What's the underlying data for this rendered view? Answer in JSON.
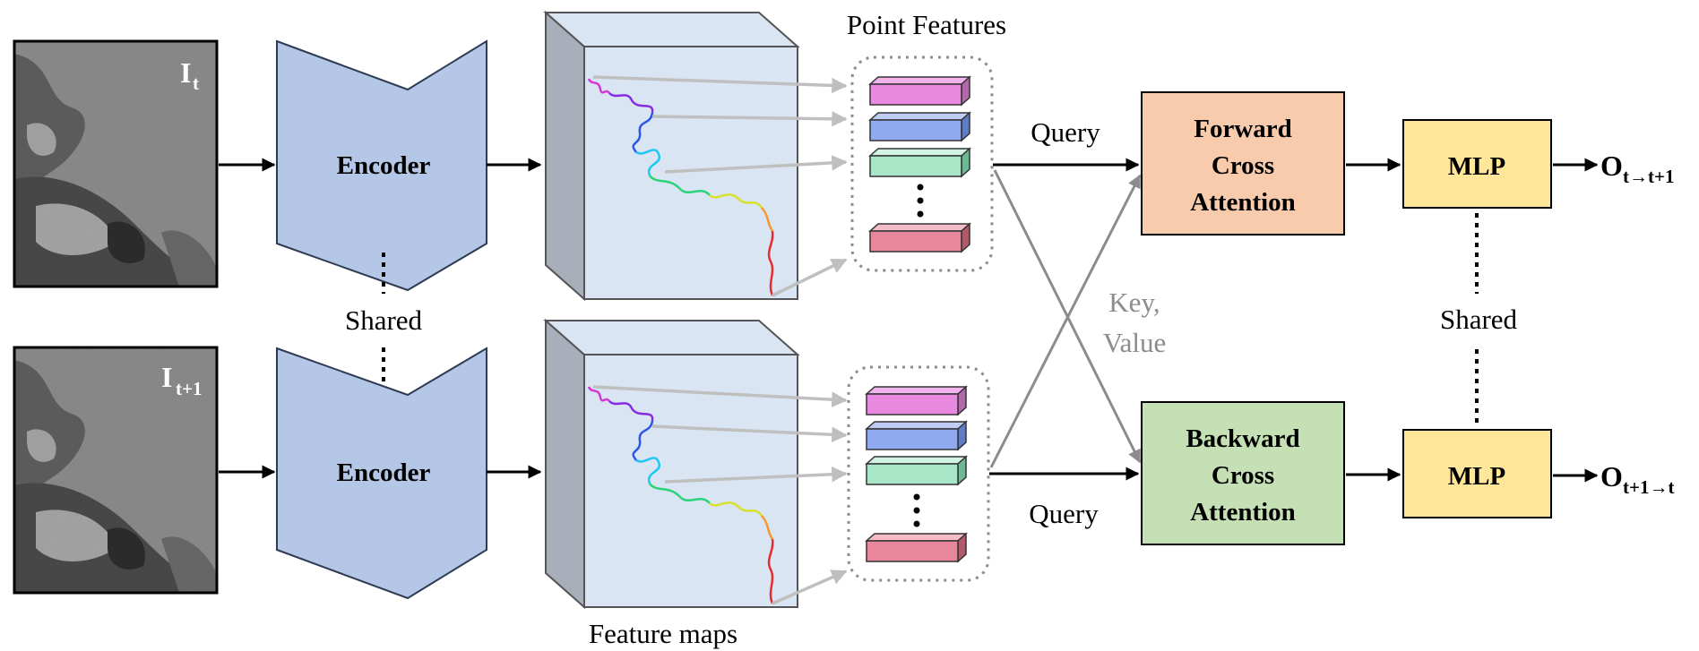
{
  "images": {
    "top_label": "I",
    "top_sub": "t",
    "bottom_label": "I",
    "bottom_sub": "t+1"
  },
  "encoder": {
    "top_label": "Encoder",
    "bottom_label": "Encoder",
    "shared_label": "Shared"
  },
  "feature_maps": {
    "title": "Point Features",
    "caption": "Feature maps"
  },
  "cross_attention": {
    "query_top": "Query",
    "query_bottom": "Query",
    "key_value_line1": "Key,",
    "key_value_line2": "Value",
    "forward_line1": "Forward",
    "forward_line2": "Cross",
    "forward_line3": "Attention",
    "backward_line1": "Backward",
    "backward_line2": "Cross",
    "backward_line3": "Attention"
  },
  "mlp": {
    "top_label": "MLP",
    "bottom_label": "MLP",
    "shared_label": "Shared"
  },
  "outputs": {
    "top_main": "O",
    "top_sub": "t→t+1",
    "bottom_main": "O",
    "bottom_sub": "t+1→t"
  },
  "colors": {
    "encoder_fill": "#b4c7e7",
    "encoder_stroke": "#2f3b52",
    "feature_map_face": "#dae5f3",
    "feature_map_side": "#a9aebb",
    "forward_fill": "#f8cbad",
    "backward_fill": "#c5e0b4",
    "mlp_fill": "#ffe699",
    "point_features": [
      "#e98ae0",
      "#8faaf0",
      "#a8e6c8",
      "#e8869b"
    ],
    "gray_arrow": "#bfbfbf",
    "cross_line": "#8c8c8c"
  }
}
